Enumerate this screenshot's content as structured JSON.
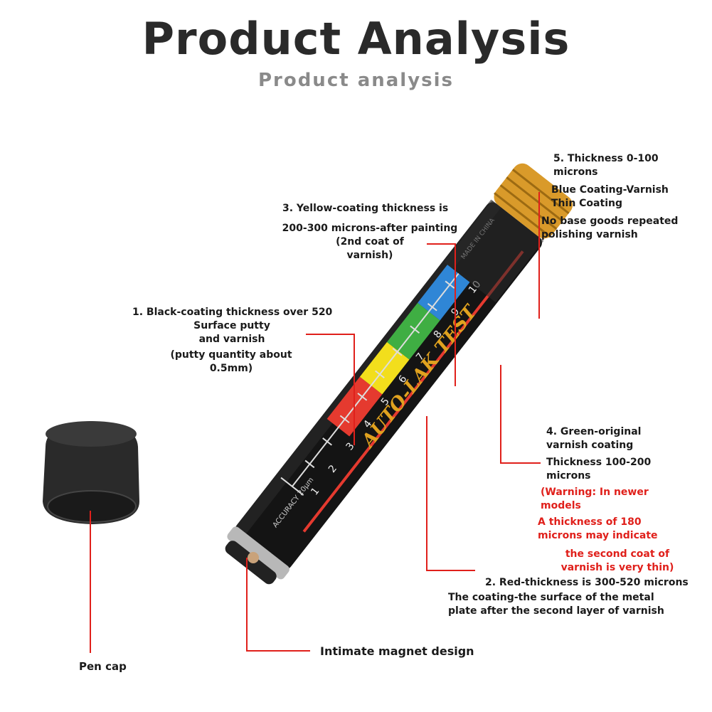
{
  "header": {
    "title": "Product Analysis",
    "subtitle": "Product analysis"
  },
  "labels": {
    "blue": {
      "l1": "5. Thickness 0-100",
      "l2": "microns",
      "l3": "Blue Coating-Varnish",
      "l4": "Thin Coating",
      "l5": "No base goods repeated",
      "l6": "polishing varnish"
    },
    "yellow": {
      "l1": "3. Yellow-coating thickness is",
      "l2": "200-300 microns-after painting",
      "l3": "(2nd coat of",
      "l4": "varnish)"
    },
    "black": {
      "l1": "1. Black-coating thickness over 520",
      "l2": "Surface putty",
      "l3": "and varnish",
      "l4": "(putty quantity about",
      "l5": "0.5mm)"
    },
    "green": {
      "l1": "4. Green-original",
      "l2": "varnish coating",
      "l3": "Thickness 100-200",
      "l4": "microns",
      "w1": "(Warning: In newer",
      "w2": "models",
      "w3": "A thickness of 180",
      "w4": "microns may indicate",
      "w5": "the second coat of",
      "w6": "varnish is very thin)"
    },
    "red": {
      "l1": "2. Red-thickness is 300-520 microns",
      "l2": "The coating-the surface of the metal",
      "l3": "plate after the second layer of varnish"
    },
    "magnet": "Intimate magnet design",
    "cap": "Pen cap"
  },
  "pen": {
    "scale_numbers": [
      "1",
      "2",
      "3",
      "4",
      "5",
      "6",
      "7",
      "8",
      "9",
      "10"
    ],
    "brand_text": "AUTO-LAK TEST",
    "accuracy_text": "ACCURACY 20μm",
    "made_in": "MADE IN CHINA",
    "colors": {
      "black": "#111111",
      "red": "#e53a2f",
      "yellow": "#f2de1c",
      "green": "#3fae43",
      "blue": "#2f86d6",
      "gold": "#d99a2a",
      "leader": "#e0201b"
    }
  }
}
